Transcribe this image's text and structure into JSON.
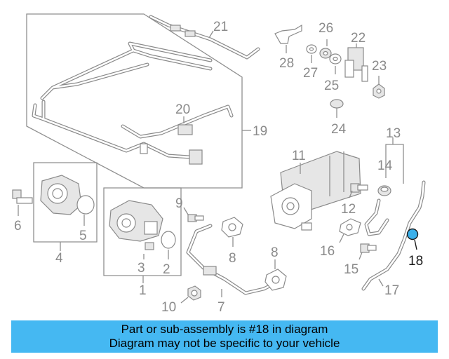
{
  "callouts": [
    {
      "id": "1",
      "label": "1"
    },
    {
      "id": "2",
      "label": "2"
    },
    {
      "id": "3",
      "label": "3"
    },
    {
      "id": "4",
      "label": "4"
    },
    {
      "id": "5",
      "label": "5"
    },
    {
      "id": "6",
      "label": "6"
    },
    {
      "id": "7",
      "label": "7"
    },
    {
      "id": "8a",
      "label": "8"
    },
    {
      "id": "8b",
      "label": "8"
    },
    {
      "id": "9",
      "label": "9"
    },
    {
      "id": "10",
      "label": "10"
    },
    {
      "id": "11",
      "label": "11"
    },
    {
      "id": "12",
      "label": "12"
    },
    {
      "id": "13",
      "label": "13"
    },
    {
      "id": "14",
      "label": "14"
    },
    {
      "id": "15",
      "label": "15"
    },
    {
      "id": "16",
      "label": "16"
    },
    {
      "id": "17",
      "label": "17"
    },
    {
      "id": "18",
      "label": "18"
    },
    {
      "id": "19",
      "label": "19"
    },
    {
      "id": "20",
      "label": "20"
    },
    {
      "id": "21",
      "label": "21"
    },
    {
      "id": "22",
      "label": "22"
    },
    {
      "id": "23",
      "label": "23"
    },
    {
      "id": "24",
      "label": "24"
    },
    {
      "id": "25",
      "label": "25"
    },
    {
      "id": "26",
      "label": "26"
    },
    {
      "id": "27",
      "label": "27"
    },
    {
      "id": "28",
      "label": "28"
    }
  ],
  "highlight": {
    "part": "18",
    "color": "#3bb0ea"
  },
  "banner": {
    "line1": "Part or sub-assembly is #18 in diagram",
    "line2": "Diagram may not be specific to your vehicle",
    "color": "#45b8f2"
  }
}
